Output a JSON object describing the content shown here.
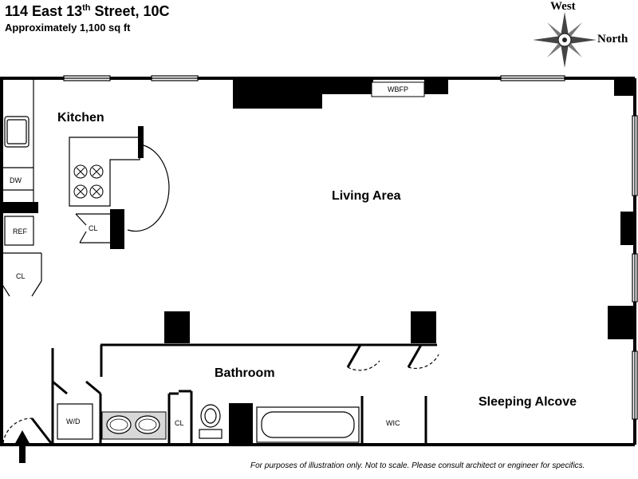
{
  "header": {
    "address_prefix": "114 East 13",
    "address_sup": "th",
    "address_suffix": " Street, 10C",
    "area": "Approximately 1,100 sq ft"
  },
  "compass": {
    "top": "West",
    "right": "North"
  },
  "rooms": {
    "kitchen": "Kitchen",
    "living": "Living Area",
    "bathroom": "Bathroom",
    "sleeping": "Sleeping Alcove"
  },
  "fixtures": {
    "dw": "DW",
    "ref": "REF",
    "cl_kitchen": "CL",
    "cl_entry": "CL",
    "cl_bath": "CL",
    "wd": "W/D",
    "wic": "WIC",
    "wbfp": "WBFP"
  },
  "footer": "For purposes of illustration only.  Not to scale.  Please consult architect or engineer for specifics."
}
